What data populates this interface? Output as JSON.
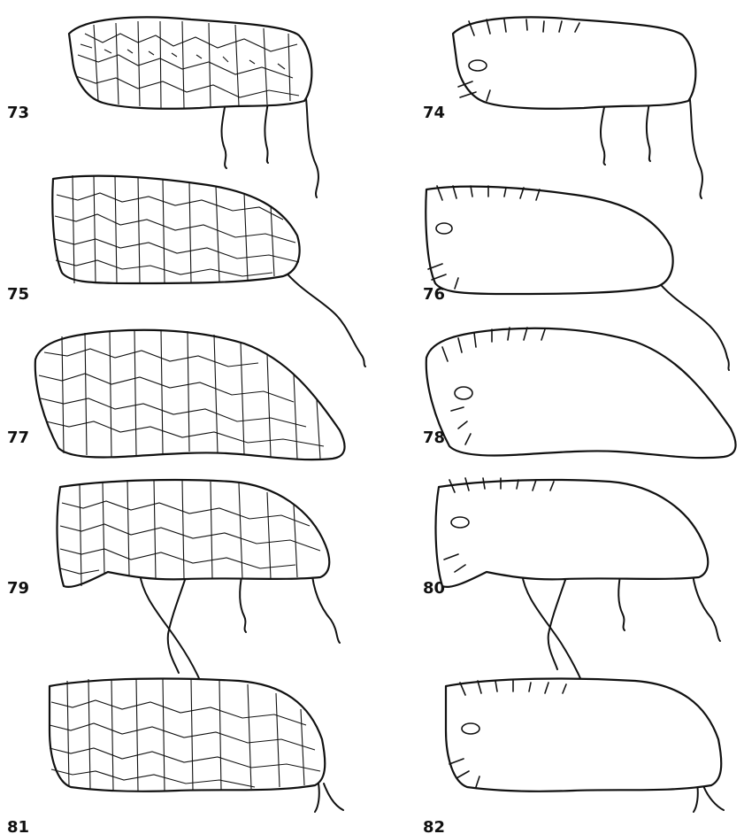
{
  "figures": [
    {
      "label": "73",
      "style": "cellular",
      "shape": "A",
      "eye": false
    },
    {
      "label": "74",
      "style": "outline",
      "shape": "A",
      "eye": true
    },
    {
      "label": "75",
      "style": "cellular",
      "shape": "B",
      "eye": false
    },
    {
      "label": "76",
      "style": "outline",
      "shape": "B",
      "eye": true
    },
    {
      "label": "77",
      "style": "cellular",
      "shape": "C",
      "eye": false
    },
    {
      "label": "78",
      "style": "outline",
      "shape": "C",
      "eye": true
    },
    {
      "label": "79",
      "style": "cellular",
      "shape": "D",
      "eye": false
    },
    {
      "label": "80",
      "style": "outline",
      "shape": "D",
      "eye": true
    },
    {
      "label": "81",
      "style": "cellular",
      "shape": "E",
      "eye": false
    },
    {
      "label": "82",
      "style": "outline",
      "shape": "E",
      "eye": true
    }
  ],
  "colors": {
    "ink": "#111111",
    "paper": "#ffffff"
  }
}
